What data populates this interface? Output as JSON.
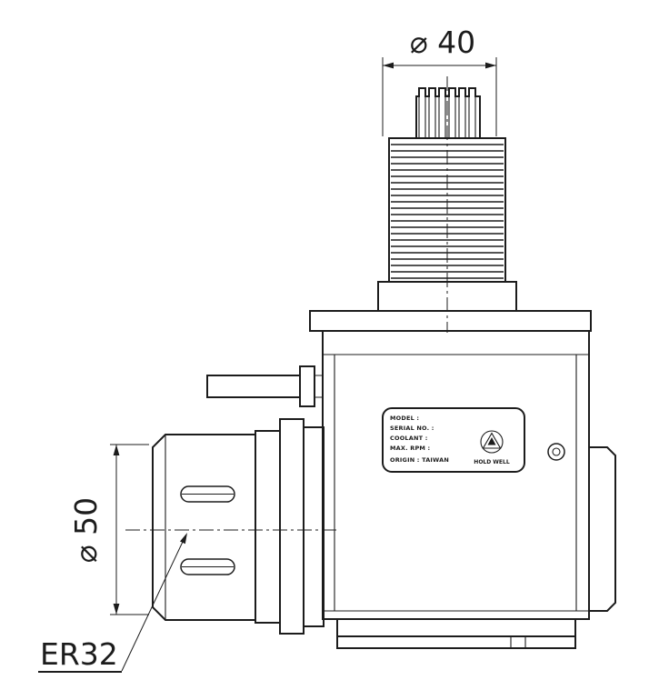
{
  "drawing": {
    "dimensions": {
      "top_diameter": "⌀ 40",
      "left_diameter": "⌀ 50",
      "collet_label": "ER32"
    },
    "nameplate": {
      "rows": [
        "MODEL :",
        "SERIAL NO. :",
        "COOLANT :",
        "MAX. RPM :",
        "ORIGIN : TAIWAN"
      ],
      "brand": "HOLD WELL"
    },
    "colors": {
      "line": "#1c1c1c",
      "background": "#ffffff"
    }
  }
}
